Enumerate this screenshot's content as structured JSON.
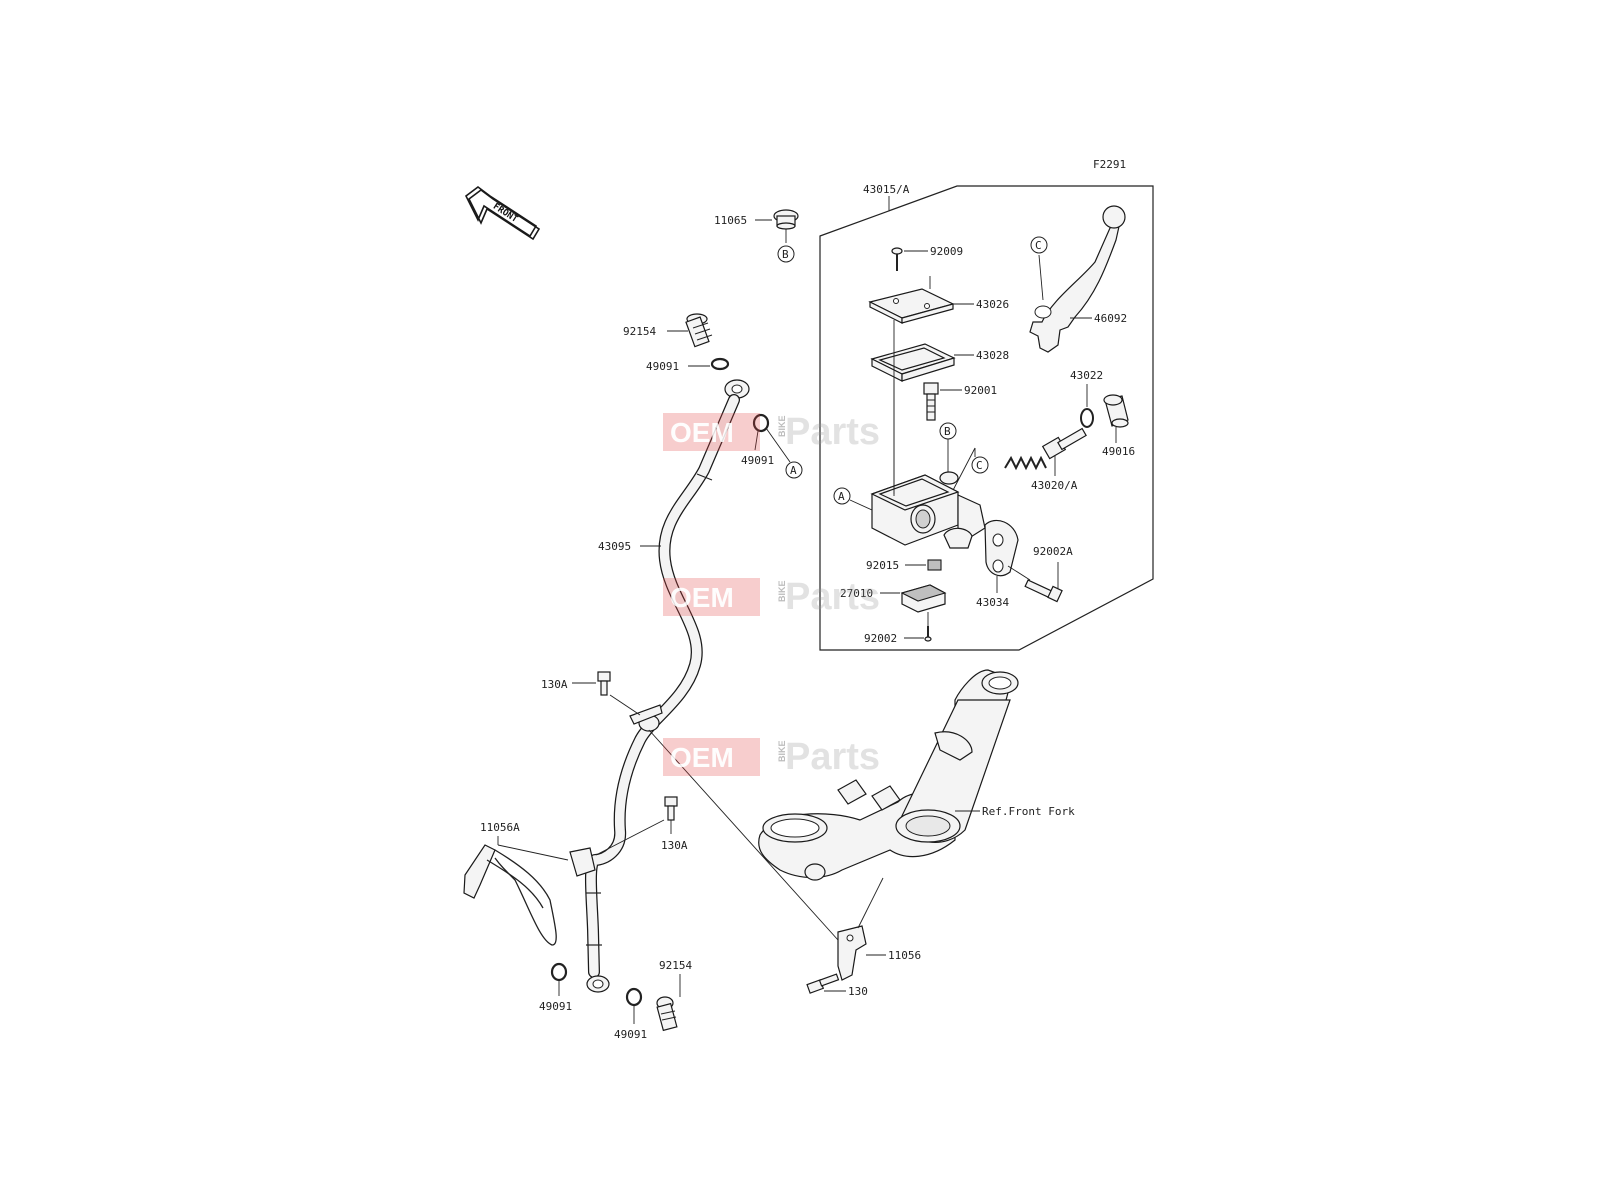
{
  "diagram": {
    "figure_code": "F2291",
    "front_arrow_label": "FRONT",
    "reference_label": "Ref.Front Fork",
    "ref_markers": [
      "A",
      "B",
      "C"
    ],
    "watermark": {
      "oem": "OEM",
      "bike": "BIKE",
      "parts": "Parts"
    },
    "part_labels": {
      "p43015A": "43015/A",
      "p11065": "11065",
      "p92009": "92009",
      "p43026": "43026",
      "p46092": "46092",
      "p43028": "43028",
      "p92001": "92001",
      "p43022": "43022",
      "p49016": "49016",
      "p43020A": "43020/A",
      "p92015": "92015",
      "p92002A": "92002A",
      "p27010": "27010",
      "p43034": "43034",
      "p92002": "92002",
      "p92154_top": "92154",
      "p49091_a": "49091",
      "p49091_b": "49091",
      "p43095": "43095",
      "p130A_a": "130A",
      "p130A_b": "130A",
      "p11056A": "11056A",
      "p11056": "11056",
      "p130": "130",
      "p92154_bot": "92154",
      "p49091_c": "49091",
      "p49091_d": "49091"
    }
  }
}
